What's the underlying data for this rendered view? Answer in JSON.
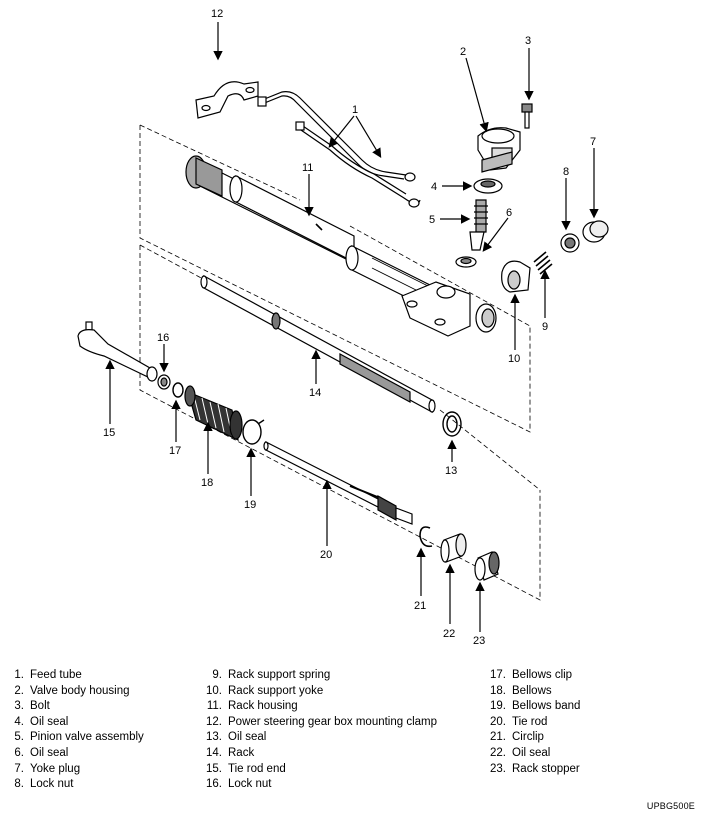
{
  "callouts": [
    {
      "n": "1"
    },
    {
      "n": "2"
    },
    {
      "n": "3"
    },
    {
      "n": "4"
    },
    {
      "n": "5"
    },
    {
      "n": "6"
    },
    {
      "n": "7"
    },
    {
      "n": "8"
    },
    {
      "n": "9"
    },
    {
      "n": "10"
    },
    {
      "n": "11"
    },
    {
      "n": "12"
    },
    {
      "n": "13"
    },
    {
      "n": "14"
    },
    {
      "n": "15"
    },
    {
      "n": "16"
    },
    {
      "n": "17"
    },
    {
      "n": "18"
    },
    {
      "n": "19"
    },
    {
      "n": "20"
    },
    {
      "n": "21"
    },
    {
      "n": "22"
    },
    {
      "n": "23"
    }
  ],
  "legend": {
    "col1": [
      {
        "n": "1.",
        "label": "Feed tube"
      },
      {
        "n": "2.",
        "label": "Valve body housing"
      },
      {
        "n": "3.",
        "label": "Bolt"
      },
      {
        "n": "4.",
        "label": "Oil seal"
      },
      {
        "n": "5.",
        "label": "Pinion valve assembly"
      },
      {
        "n": "6.",
        "label": "Oil seal"
      },
      {
        "n": "7.",
        "label": "Yoke plug"
      },
      {
        "n": "8.",
        "label": "Lock nut"
      }
    ],
    "col2": [
      {
        "n": "9.",
        "label": "Rack support spring"
      },
      {
        "n": "10.",
        "label": "Rack support yoke"
      },
      {
        "n": "11.",
        "label": "Rack housing"
      },
      {
        "n": "12.",
        "label": "Power steering gear box mounting clamp"
      },
      {
        "n": "13.",
        "label": "Oil seal"
      },
      {
        "n": "14.",
        "label": "Rack"
      },
      {
        "n": "15.",
        "label": "Tie rod end"
      },
      {
        "n": "16.",
        "label": "Lock nut"
      }
    ],
    "col3": [
      {
        "n": "17.",
        "label": "Bellows clip"
      },
      {
        "n": "18.",
        "label": "Bellows"
      },
      {
        "n": "19.",
        "label": "Bellows band"
      },
      {
        "n": "20.",
        "label": "Tie rod"
      },
      {
        "n": "21.",
        "label": "Circlip"
      },
      {
        "n": "22.",
        "label": "Oil seal"
      },
      {
        "n": "23.",
        "label": "Rack stopper"
      }
    ]
  },
  "figure_code": "UPBG500E"
}
